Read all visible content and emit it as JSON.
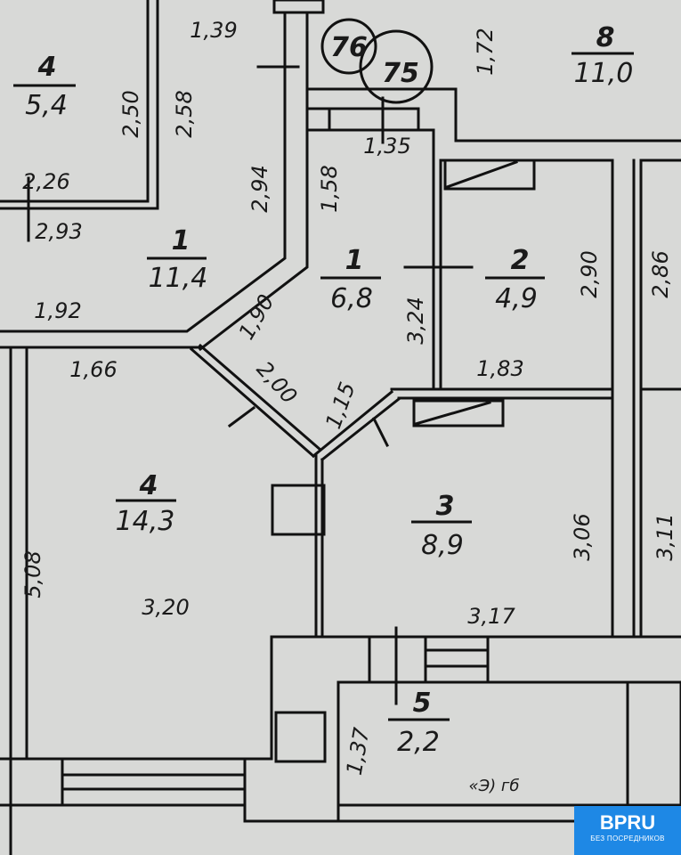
{
  "rooms": [
    {
      "number": "4",
      "area": "5,4"
    },
    {
      "number": "1",
      "area": "11,4"
    },
    {
      "number": "1",
      "area": "6,8"
    },
    {
      "number": "2",
      "area": "4,9"
    },
    {
      "number": "4",
      "area": "14,3"
    },
    {
      "number": "3",
      "area": "8,9"
    },
    {
      "number": "5",
      "area": "2,2"
    },
    {
      "number": "8",
      "area": "11,0"
    }
  ],
  "dimensions": {
    "d139": "1,39",
    "d250": "2,50",
    "d258": "2,58",
    "d226": "2,26",
    "d293": "2,93",
    "d294": "2,94",
    "d158": "1,58",
    "d135": "1,35",
    "d172": "1,72",
    "d192": "1,92",
    "d190": "1,90",
    "d166": "1,66",
    "d200": "2,00",
    "d115": "1,15",
    "d324": "3,24",
    "d290": "2,90",
    "d286": "2,86",
    "d183": "1,83",
    "d306": "3,06",
    "d311": "3,11",
    "d508": "5,08",
    "d320": "3,20",
    "d317": "3,17",
    "d137": "1,37"
  },
  "circles": [
    "76",
    "75"
  ],
  "handwritten_note": "«Э) гб",
  "logo": {
    "brand": "BPRU",
    "tagline": "БЕЗ ПОСРЕДНИКОВ",
    "color": "#1e88e5"
  }
}
